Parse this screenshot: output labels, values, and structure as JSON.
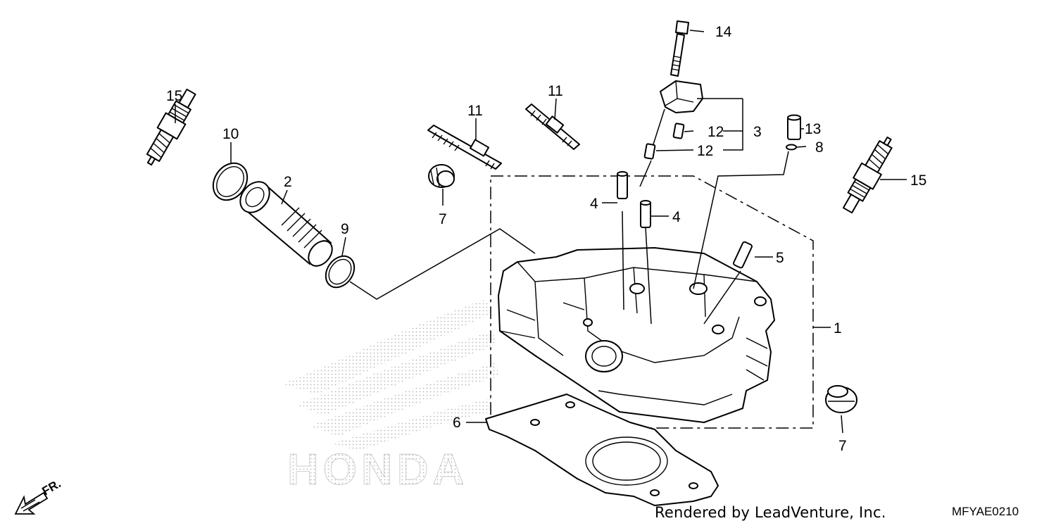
{
  "callouts": {
    "c1": "1",
    "c2": "2",
    "c3": "3",
    "c4a": "4",
    "c4b": "4",
    "c5": "5",
    "c6": "6",
    "c7a": "7",
    "c7b": "7",
    "c8": "8",
    "c9": "9",
    "c10": "10",
    "c11a": "11",
    "c11b": "11",
    "c12a": "12",
    "c12b": "12",
    "c13": "13",
    "c14": "14",
    "c15a": "15",
    "c15b": "15"
  },
  "watermark": {
    "brand": "HONDA"
  },
  "direction": {
    "label": "FR."
  },
  "footer": {
    "credit": "Rendered by LeadVenture, Inc.",
    "code": "MFYAE0210"
  }
}
